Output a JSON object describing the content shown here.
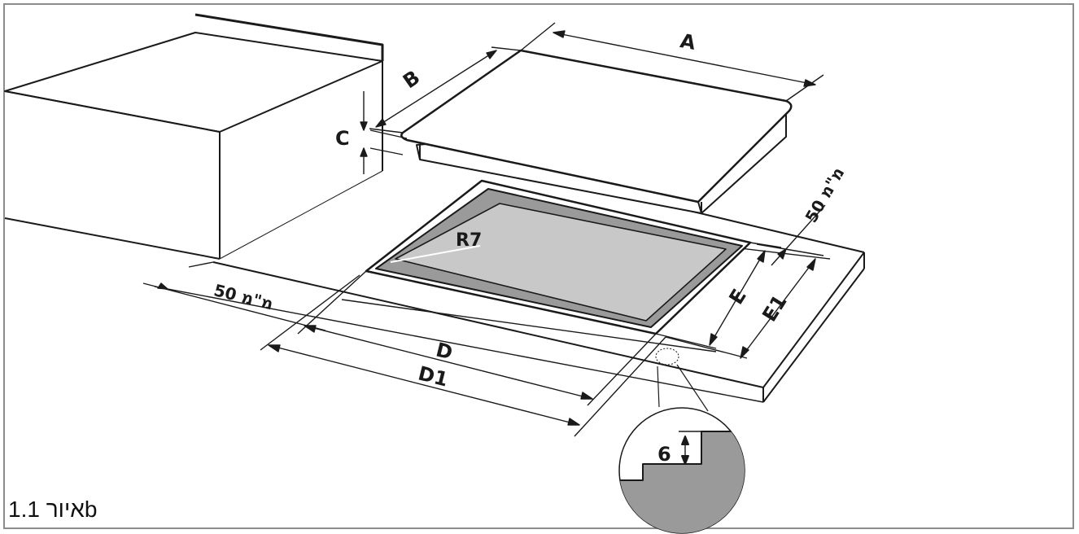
{
  "diagram": {
    "labels": {
      "a": "A",
      "b": "B",
      "c": "C",
      "d": "D",
      "d1": "D1",
      "e": "E",
      "e1": "E1",
      "r7": "R7",
      "six": "6",
      "clear_right": "50 מ\"מ",
      "clear_front": "50 מ\"מ"
    },
    "caption": "איור 1.1b",
    "colors": {
      "line": "#1a1a1a",
      "cutout_fill": "#c8c8c8",
      "frame": "#8c8c8c"
    }
  }
}
